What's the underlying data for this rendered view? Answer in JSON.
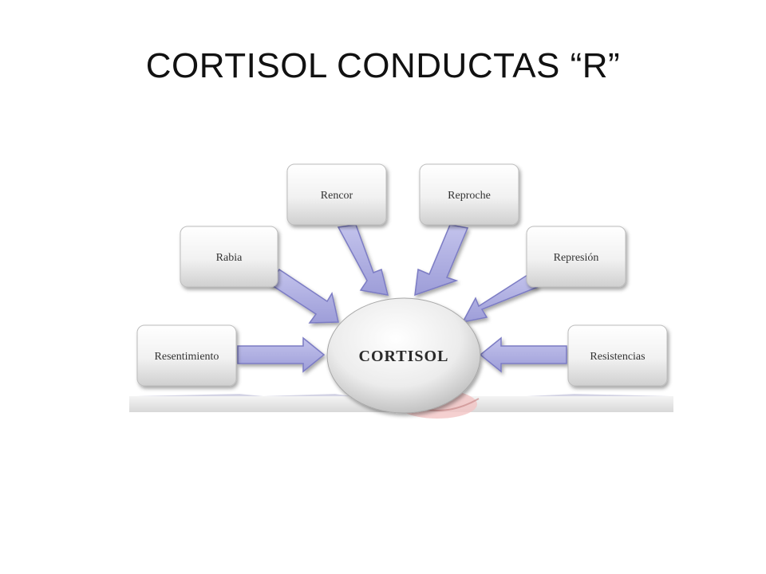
{
  "slide": {
    "title": "CORTISOL CONDUCTAS “R”"
  },
  "diagram": {
    "center": {
      "label": "CORTISOL"
    },
    "nodes": [
      {
        "id": "resentimiento",
        "label": "Resentimiento"
      },
      {
        "id": "rabia",
        "label": "Rabia"
      },
      {
        "id": "rencor",
        "label": "Rencor"
      },
      {
        "id": "reproche",
        "label": "Reproche"
      },
      {
        "id": "represion",
        "label": "Represión"
      },
      {
        "id": "resistencias",
        "label": "Resistencias"
      }
    ],
    "colors": {
      "arrow_fill": "#a9a9df",
      "arrow_stroke": "#7b7bc4",
      "box_fill_top": "#ffffff",
      "box_fill_bottom": "#dcdcdc",
      "base_accent": "#e89a9a"
    }
  }
}
